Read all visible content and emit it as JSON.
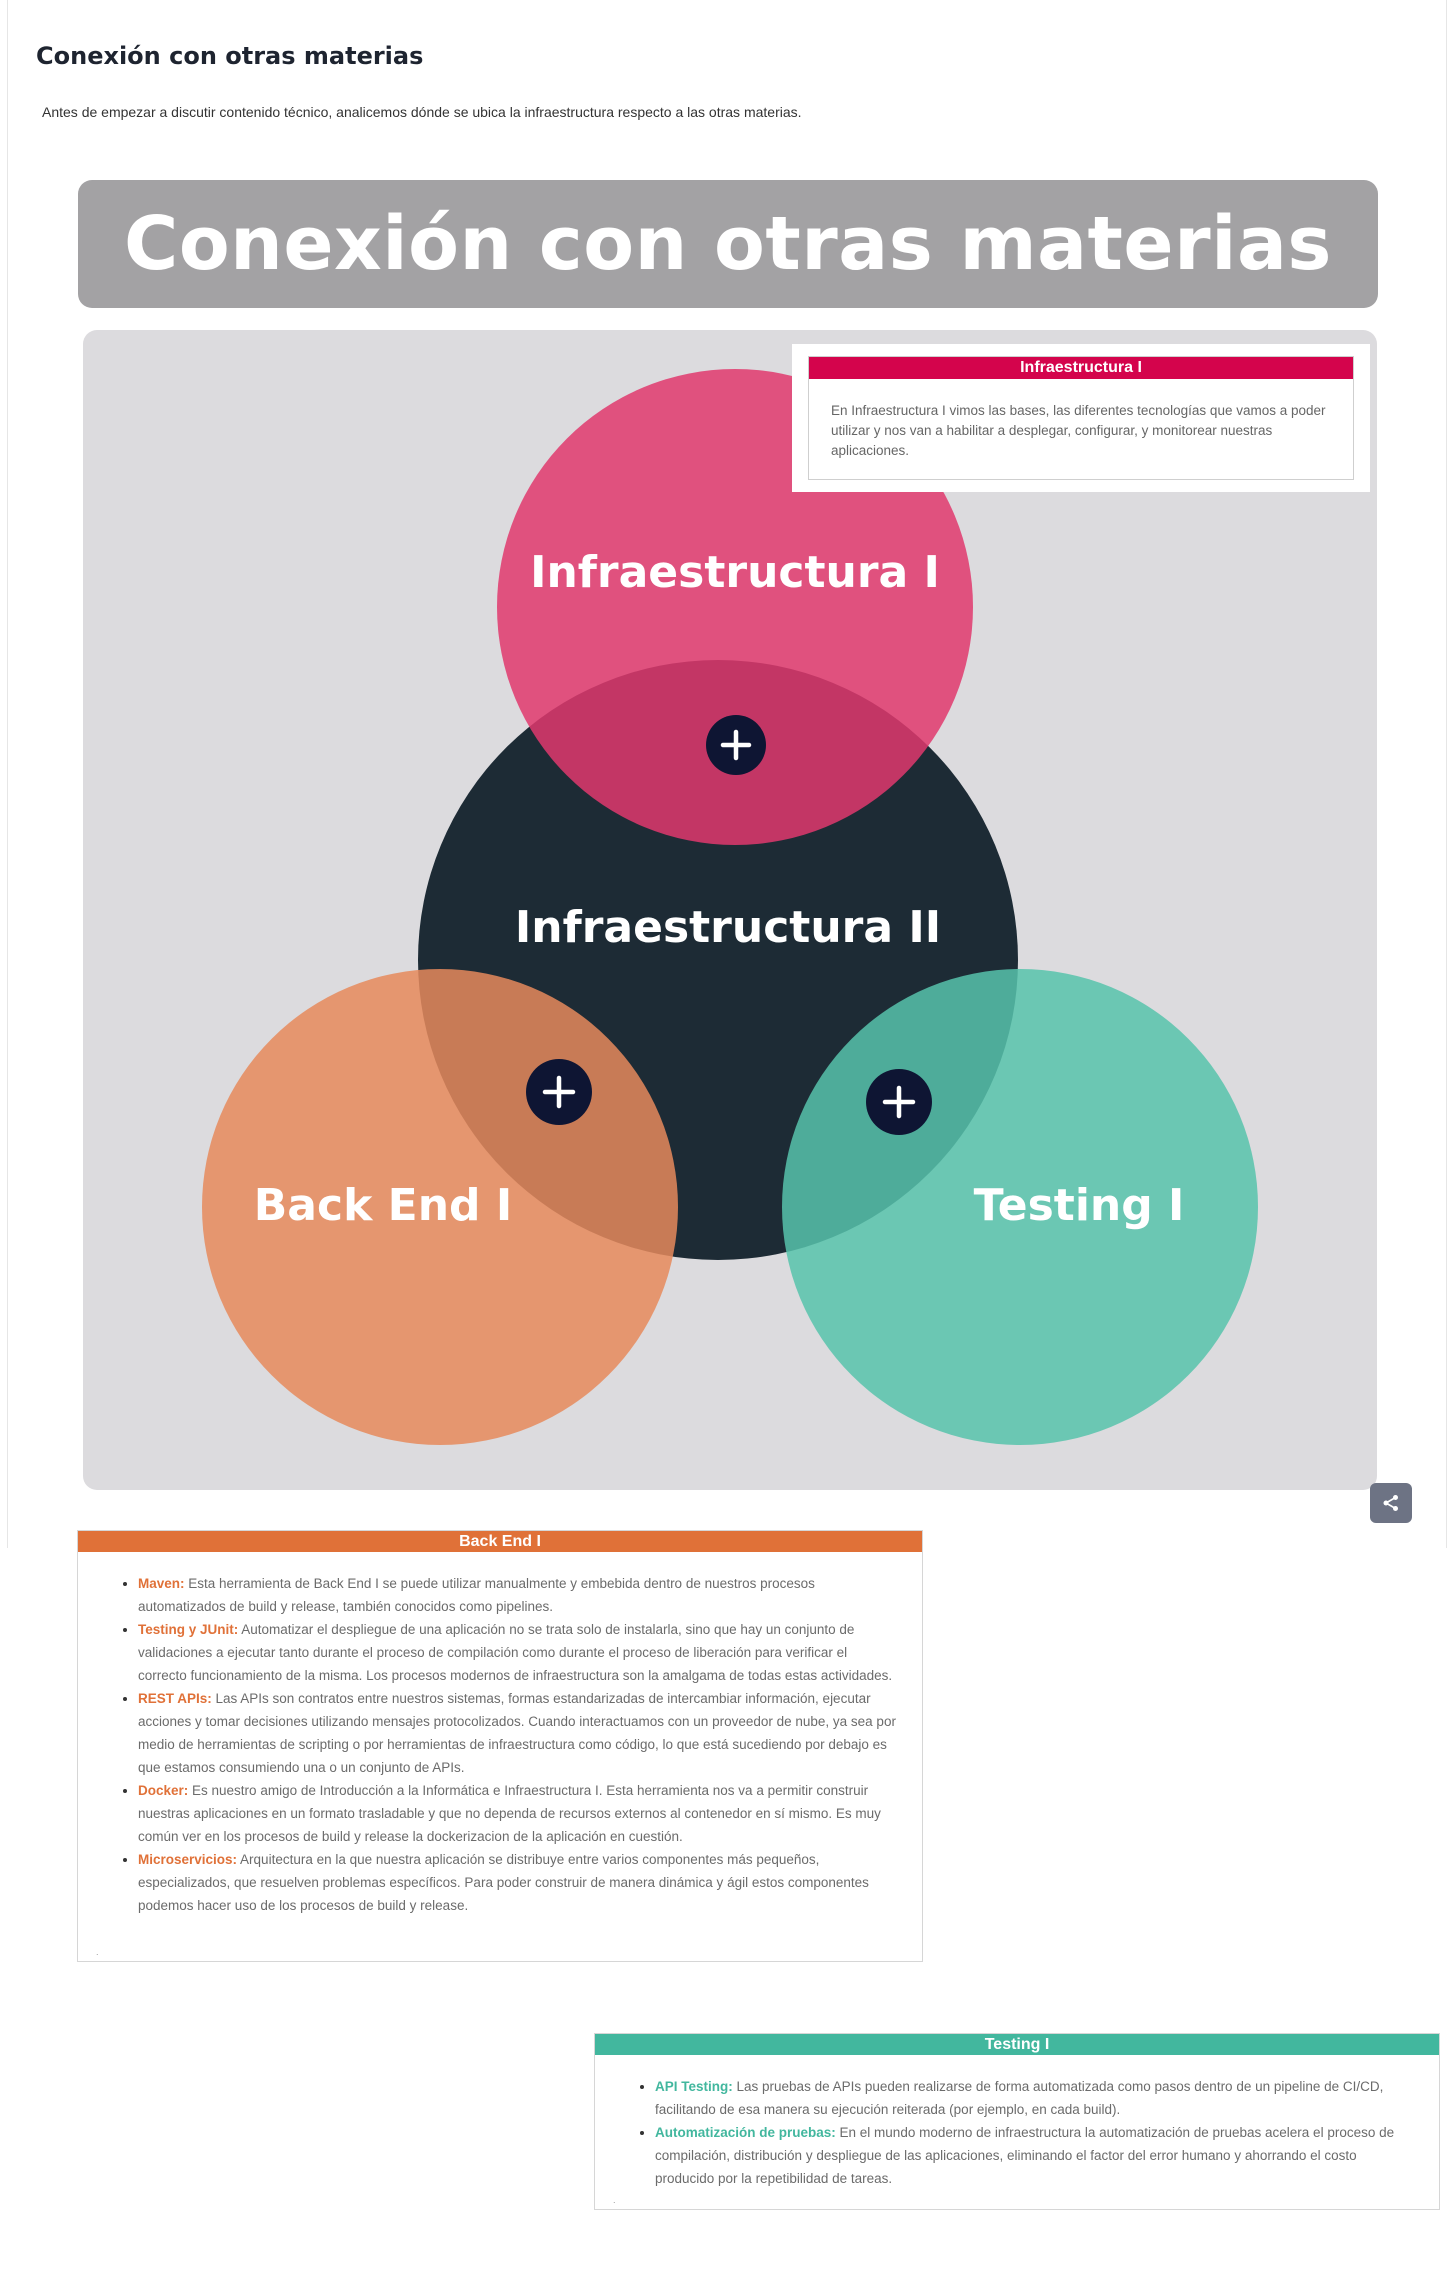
{
  "header": {
    "title": "Conexión con otras materias",
    "intro": "Antes de empezar a discutir contenido técnico, analicemos dónde se ubica la infraestructura respecto a las otras materias."
  },
  "banner": {
    "title": "Conexión con otras materias"
  },
  "venn": {
    "circles": [
      {
        "label": "Infraestructura I",
        "color": "#e0386d"
      },
      {
        "label": "Infraestructura II",
        "color": "#1d2b35"
      },
      {
        "label": "Back End I",
        "color": "#e68a5c"
      },
      {
        "label": "Testing I",
        "color": "#57c3ab"
      }
    ],
    "hotspot_icon": "plus-icon"
  },
  "popup": {
    "title": "Infraestructura I",
    "text": "En Infraestructura I vimos las bases, las diferentes tecnologías que vamos a poder utilizar y nos van a habilitar a desplegar, configurar, y monitorear nuestras aplicaciones.",
    "color": "#d4044c"
  },
  "share": {
    "icon": "share-icon"
  },
  "backend_box": {
    "title": "Back End I",
    "color": "#e07138",
    "items": [
      {
        "term": "Maven",
        "sep": ":",
        "text": " Esta herramienta de Back End I se puede utilizar manualmente y embebida dentro de nuestros procesos automatizados de build y release, también conocidos como pipelines."
      },
      {
        "term": "Testing y JUnit:",
        "sep": "",
        "text": " Automatizar el despliegue de una aplicación no se trata solo de instalarla, sino que hay un conjunto de validaciones a ejecutar tanto durante el proceso de compilación como durante el proceso de liberación para verificar el correcto funcionamiento de la misma. Los procesos modernos de infraestructura son la amalgama de todas estas actividades."
      },
      {
        "term": "REST APIs:",
        "sep": "",
        "text": " Las APIs son contratos entre nuestros sistemas, formas estandarizadas de intercambiar información, ejecutar acciones y tomar decisiones utilizando mensajes protocolizados. Cuando interactuamos con un proveedor de nube, ya sea por medio de herramientas de scripting o por herramientas de infraestructura como código, lo que está sucediendo por debajo es que estamos consumiendo una o un conjunto de APIs."
      },
      {
        "term": "Docker:",
        "sep": "",
        "text": " Es nuestro amigo de Introducción a la Informática e Infraestructura I. Esta herramienta nos va a permitir construir nuestras aplicaciones en un formato trasladable y que no dependa de recursos externos al contenedor en sí mismo. Es muy común ver en los procesos de build y release la dockerizacion de la aplicación en cuestión."
      },
      {
        "term": "Microservicios:",
        "sep": "",
        "text": " Arquitectura en la que nuestra aplicación se distribuye entre varios componentes más pequeños, especializados, que resuelven problemas específicos. Para poder construir de manera dinámica y ágil estos componentes podemos hacer uso de los procesos de build y release."
      }
    ]
  },
  "testing_box": {
    "title": "Testing I",
    "color": "#42b79e",
    "items": [
      {
        "term": "API Testing:",
        "sep": "",
        "text": " Las pruebas de APIs pueden realizarse de forma automatizada como pasos dentro de un pipeline de CI/CD, facilitando de esa manera su ejecución reiterada (por ejemplo, en cada build)."
      },
      {
        "term": "Automatización de pruebas:",
        "sep": "",
        "text": " En el mundo moderno de infraestructura la automatización de pruebas acelera el proceso de compilación, distribución y despliegue de las aplicaciones, eliminando el factor del error humano y ahorrando el costo producido por la repetibilidad de tareas."
      }
    ]
  }
}
